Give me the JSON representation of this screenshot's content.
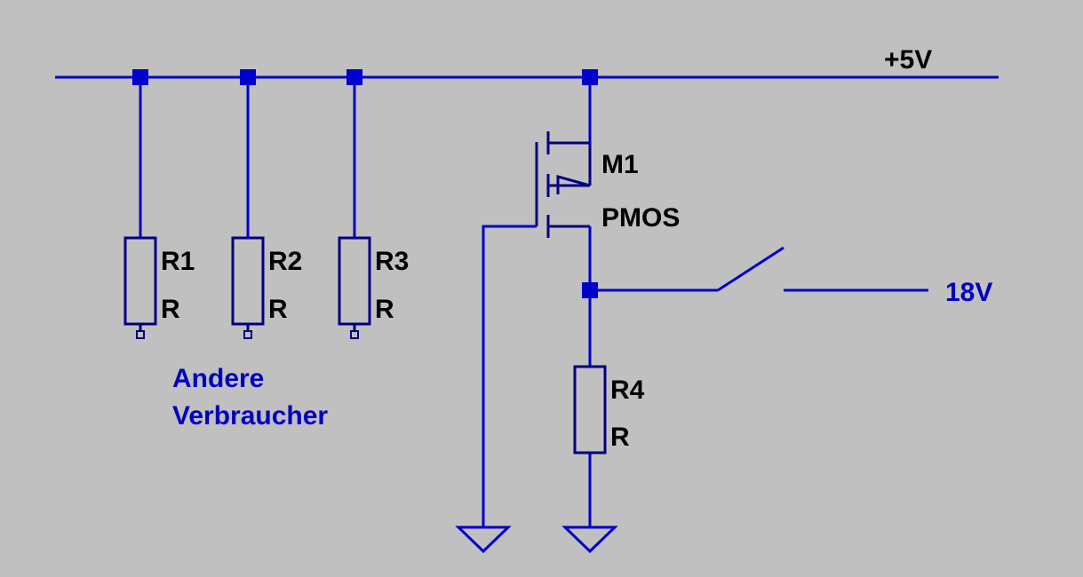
{
  "nets": {
    "supply": "+5V",
    "switch_source": "18V"
  },
  "resistors": [
    {
      "name": "R1",
      "value": "R"
    },
    {
      "name": "R2",
      "value": "R"
    },
    {
      "name": "R3",
      "value": "R"
    },
    {
      "name": "R4",
      "value": "R"
    }
  ],
  "mosfet": {
    "name": "M1",
    "model": "PMOS"
  },
  "comment": {
    "line1": "Andere",
    "line2": "Verbraucher"
  },
  "colors": {
    "background": "#c0c0c0",
    "wire": "#0000cc",
    "component": "#000080",
    "component_label": "#000000",
    "net_label": "#0000c0"
  }
}
